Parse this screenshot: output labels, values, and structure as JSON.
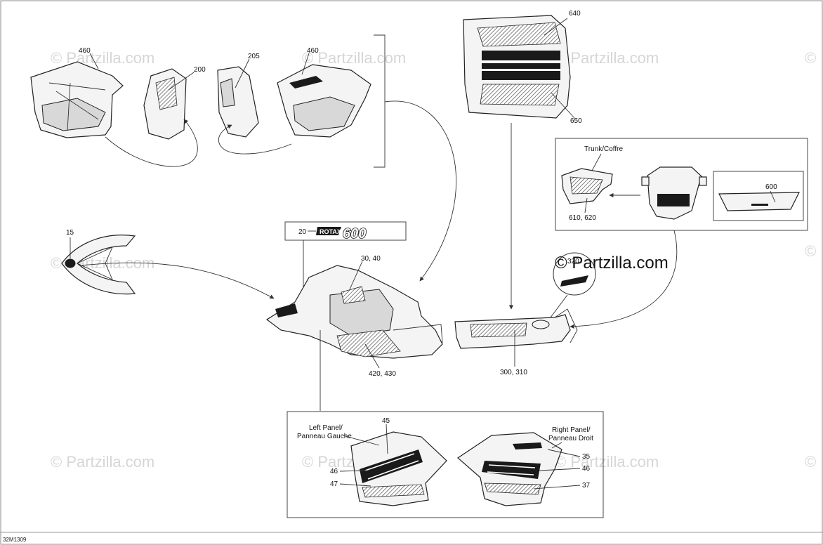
{
  "drawing_id": "32M1309",
  "watermark": "© Partzilla.com",
  "watermark_prominent": "© Partzilla.com",
  "labels": {
    "p460a": "460",
    "p200": "200",
    "p205": "205",
    "p460b": "460",
    "p640": "640",
    "p650": "650",
    "trunk": "Trunk/Coffre",
    "p600": "600",
    "p610": "610, 620",
    "p15": "15",
    "p20": "20",
    "rotax": "ROTAX",
    "rotax_num": "600",
    "p30": "30, 40",
    "p420": "420, 430",
    "p320": "320",
    "p300": "300, 310",
    "left_panel_1": "Left Panel/",
    "left_panel_2": "Panneau Gauche",
    "p45": "45",
    "p46a": "46",
    "p47": "47",
    "right_panel_1": "Right Panel/",
    "right_panel_2": "Panneau Droit",
    "p35": "35",
    "p46b": "46",
    "p37": "37"
  },
  "colors": {
    "line": "#222222",
    "watermark": "#d6d6d6",
    "decal_dark": "#1a1a1a"
  }
}
